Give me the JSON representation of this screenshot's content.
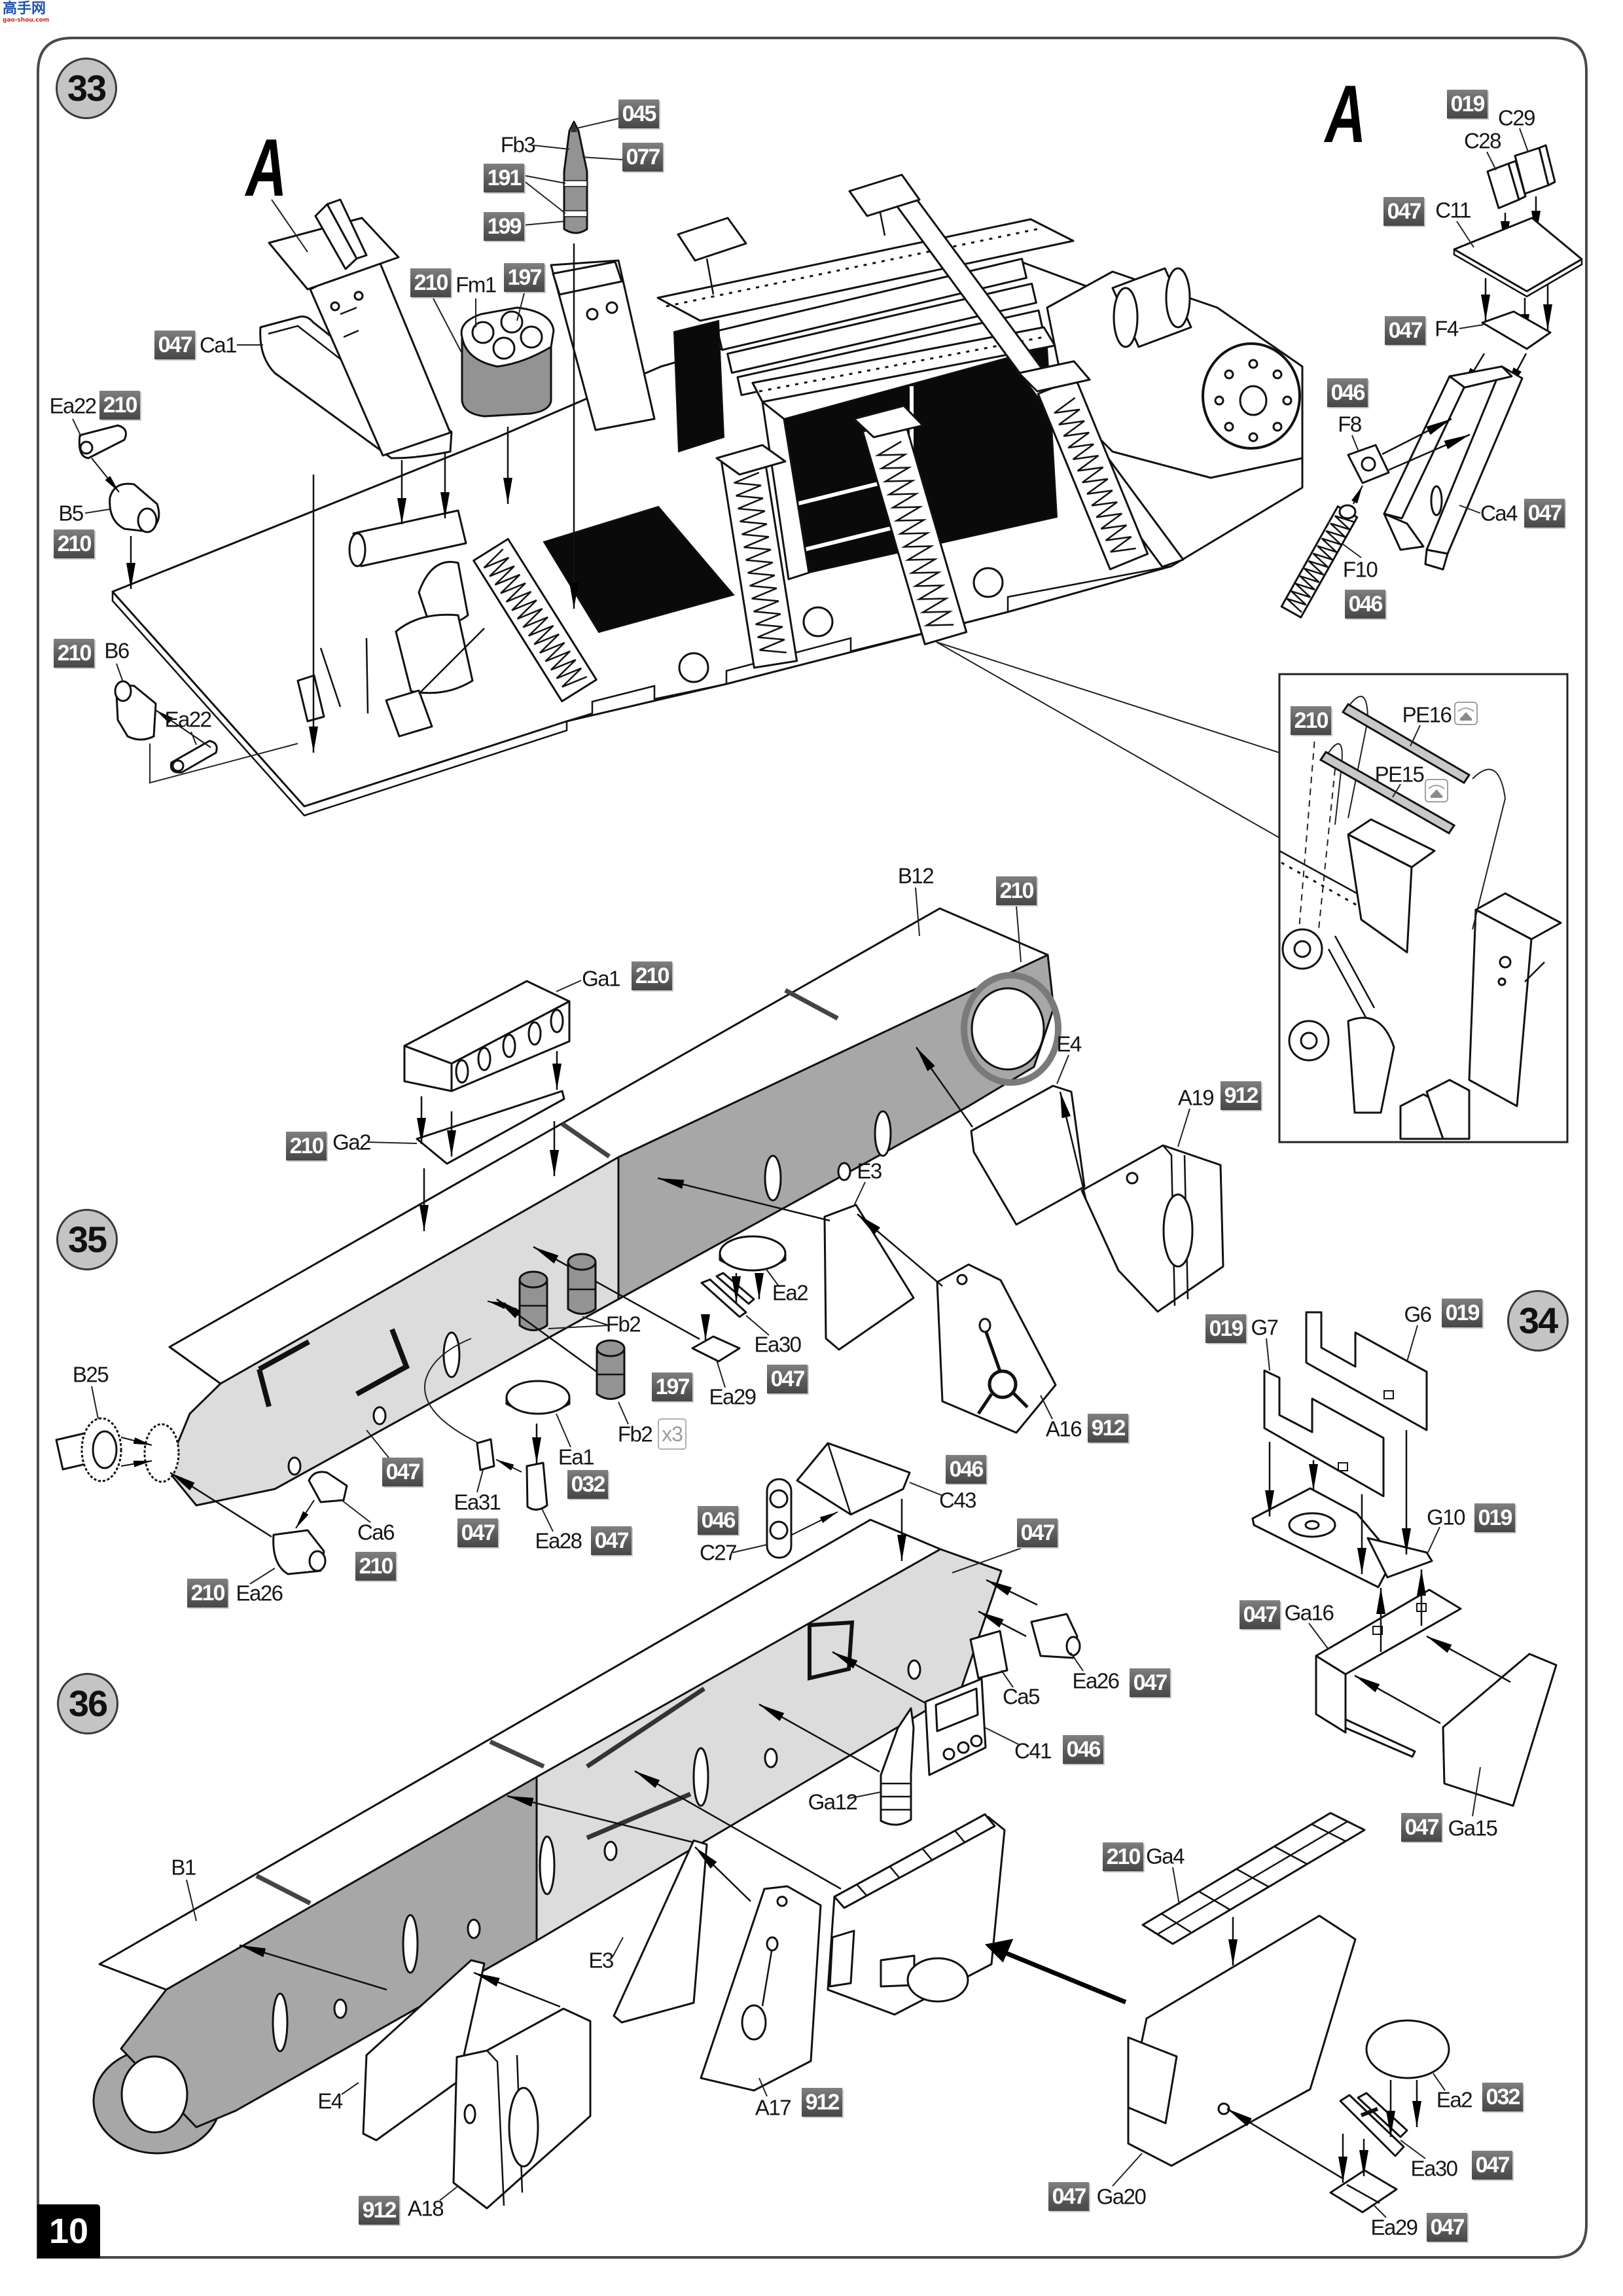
{
  "header": {
    "logo_text": "高手网",
    "logo_url": "gao-shou.com"
  },
  "page": {
    "number": "10"
  },
  "colors": {
    "paint_badge": "#5c5c5c",
    "paint_badge_text": "#ffffff",
    "step_circle": "#c4c4c4",
    "page_number_box": "#000000",
    "frame": "#4a4a4a",
    "part_light_gray": "#dcdcdc",
    "part_dark_gray": "#a7a7a7",
    "radiator_black": "#0a0a0a"
  },
  "steps": [
    {
      "number": "33",
      "subassembly_marker": "A",
      "callouts": [
        {
          "part": "Fb3"
        },
        {
          "paints": [
            "045"
          ]
        },
        {
          "paints": [
            "077"
          ]
        },
        {
          "paints": [
            "191"
          ]
        },
        {
          "paints": [
            "199"
          ]
        },
        {
          "part": "Fm1",
          "paints": [
            "210",
            "197"
          ]
        },
        {
          "part": "Ca1",
          "paints": [
            "047"
          ]
        },
        {
          "part": "Ea22",
          "paints": [
            "210"
          ]
        },
        {
          "part": "B5",
          "paints": [
            "210"
          ]
        },
        {
          "part": "B6",
          "paints": [
            "210"
          ]
        },
        {
          "part": "Ea22"
        },
        {
          "paints": [
            "019"
          ]
        },
        {
          "part": "C29"
        },
        {
          "part": "C28"
        },
        {
          "part": "C11",
          "paints": [
            "047"
          ]
        },
        {
          "part": "F4",
          "paints": [
            "047"
          ]
        },
        {
          "part": "F8",
          "paints": [
            "046"
          ]
        },
        {
          "part": "Ca4",
          "paints": [
            "047"
          ]
        },
        {
          "part": "F10",
          "paints": [
            "046"
          ]
        }
      ],
      "inset": {
        "paints": [
          "210"
        ],
        "callouts": [
          {
            "part": "PE16",
            "icon": "photo-etch-icon"
          },
          {
            "part": "PE15",
            "icon": "photo-etch-icon"
          }
        ]
      }
    },
    {
      "number": "34",
      "callouts": [
        {
          "part": "G6",
          "paints": [
            "019"
          ]
        },
        {
          "part": "G7",
          "paints": [
            "019"
          ]
        },
        {
          "part": "G10",
          "paints": [
            "019"
          ]
        },
        {
          "part": "Ga16",
          "paints": [
            "047"
          ]
        },
        {
          "part": "Ga15",
          "paints": [
            "047"
          ]
        }
      ]
    },
    {
      "number": "35",
      "callouts": [
        {
          "part": "B12",
          "paints": [
            "210"
          ]
        },
        {
          "part": "Ga1",
          "paints": [
            "210"
          ]
        },
        {
          "part": "Ga2",
          "paints": [
            "210"
          ]
        },
        {
          "part": "E4"
        },
        {
          "part": "A19",
          "paints": [
            "912"
          ]
        },
        {
          "part": "E3"
        },
        {
          "part": "A16",
          "paints": [
            "912"
          ]
        },
        {
          "part": "Ea2"
        },
        {
          "part": "Ea30",
          "paints": [
            "047"
          ]
        },
        {
          "part": "Ea29"
        },
        {
          "part": "Fb2"
        },
        {
          "part": "Fb2",
          "paints": [
            "197"
          ],
          "quantity": "x3"
        },
        {
          "part": "Ea1",
          "paints": [
            "032"
          ]
        },
        {
          "part": "Ea31",
          "paints": [
            "047"
          ]
        },
        {
          "part": "Ea28",
          "paints": [
            "047"
          ]
        },
        {
          "part": "B25"
        },
        {
          "paints": [
            "047"
          ]
        },
        {
          "part": "Ca6",
          "paints": [
            "210"
          ]
        },
        {
          "part": "Ea26",
          "paints": [
            "210"
          ]
        }
      ]
    },
    {
      "number": "36",
      "callouts": [
        {
          "part": "C43",
          "paints": [
            "046"
          ]
        },
        {
          "part": "C27",
          "paints": [
            "046"
          ]
        },
        {
          "paints": [
            "047"
          ]
        },
        {
          "part": "Ea26",
          "paints": [
            "047"
          ]
        },
        {
          "part": "Ca5"
        },
        {
          "part": "C41",
          "paints": [
            "046"
          ]
        },
        {
          "part": "Ga12"
        },
        {
          "part": "Ga4",
          "paints": [
            "210"
          ]
        },
        {
          "part": "B1"
        },
        {
          "part": "E3"
        },
        {
          "part": "E4"
        },
        {
          "part": "A17",
          "paints": [
            "912"
          ]
        },
        {
          "part": "A18",
          "paints": [
            "912"
          ]
        },
        {
          "part": "Ea2",
          "paints": [
            "032"
          ]
        },
        {
          "part": "Ea30",
          "paints": [
            "047"
          ]
        },
        {
          "part": "Ga20",
          "paints": [
            "047"
          ]
        },
        {
          "part": "Ea29",
          "paints": [
            "047"
          ]
        }
      ]
    }
  ]
}
